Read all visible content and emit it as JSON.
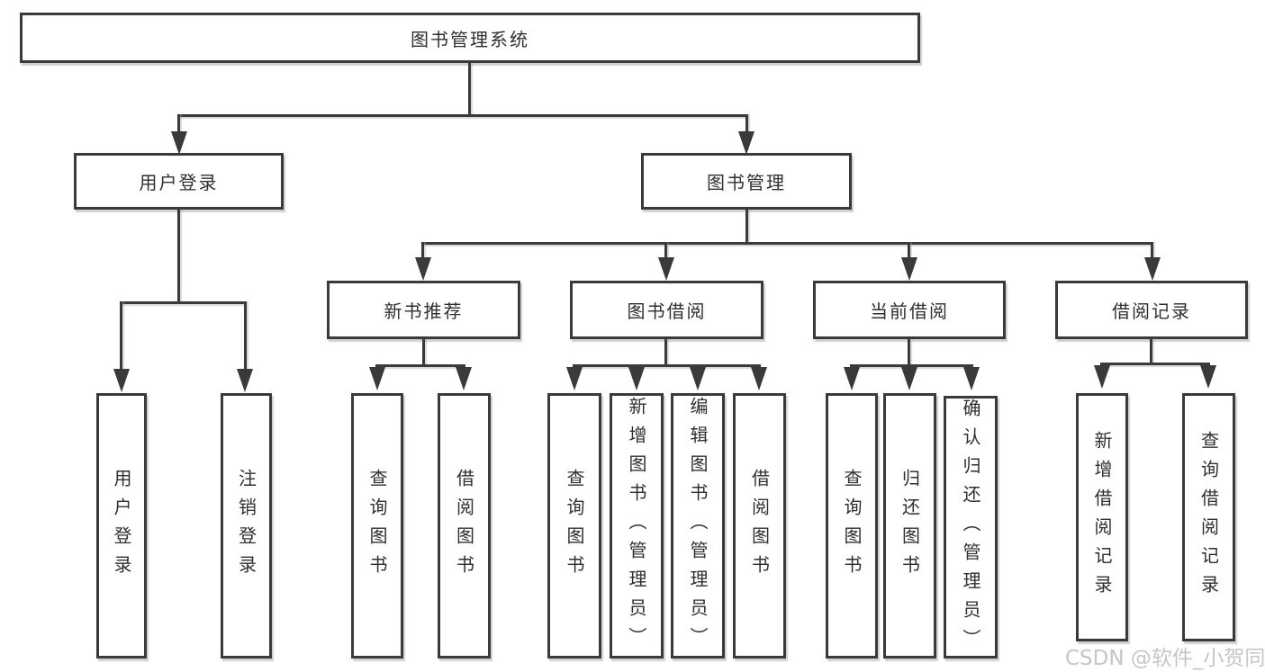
{
  "diagram": {
    "title_node": "图书管理系统",
    "level2": {
      "user_login": "用户登录",
      "book_mgmt": "图书管理"
    },
    "level3": {
      "new_books": "新书推荐",
      "book_borrow": "图书借阅",
      "current_borrow": "当前借阅",
      "borrow_records": "借阅记录"
    },
    "leaves": {
      "user_login": [
        "用户登录",
        "注销登录"
      ],
      "new_books": [
        "查询图书",
        "借阅图书"
      ],
      "book_borrow": [
        "查询图书",
        "新增图书（管理员）",
        "编辑图书（管理员）",
        "借阅图书"
      ],
      "current_borrow": [
        "查询图书",
        "归还图书",
        "确认归还（管理员）"
      ],
      "borrow_records": [
        "新增借阅记录",
        "查询借阅记录"
      ]
    },
    "watermark": "CSDN @软件_小贺同学",
    "colors": {
      "line": "#3a3a3a",
      "text": "#2f2f2f",
      "watermark": "#c2c2c2",
      "background": "#ffffff"
    }
  }
}
